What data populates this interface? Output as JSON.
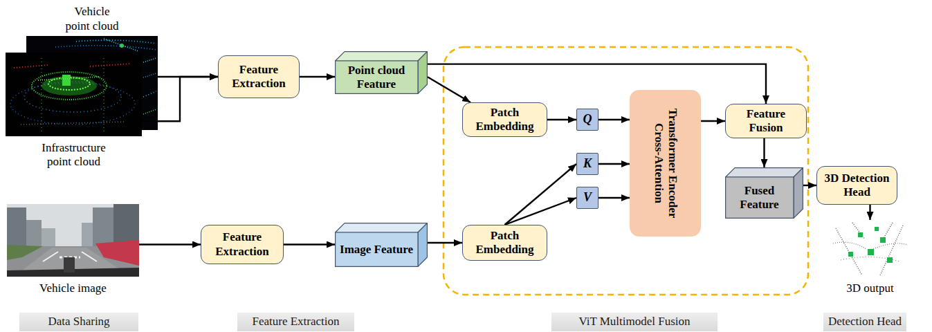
{
  "diagram": {
    "nodes": [
      {
        "text": [
          "Vehicle point cloud"
        ]
      },
      {
        "text": [
          "Infrastructure point cloud"
        ]
      },
      {
        "text": [
          "Feature Extraction"
        ]
      },
      {
        "text": [
          "Point cloud Feature"
        ]
      },
      {
        "text": [
          "Vehicle image"
        ]
      },
      {
        "text": [
          "Feature Extraction"
        ]
      },
      {
        "text": [
          "Image Feature"
        ]
      },
      {
        "text": [
          "Patch Embedding"
        ]
      },
      {
        "text": [
          "Q"
        ]
      },
      {
        "text": [
          "K"
        ]
      },
      {
        "text": [
          "V"
        ]
      },
      {
        "text": [
          "Patch Embedding"
        ]
      },
      {
        "text": [
          "Transformer Encoder Cross-Attention"
        ]
      },
      {
        "text": [
          "Feature Fusion"
        ]
      },
      {
        "text": [
          "Fused Feature"
        ]
      },
      {
        "text": [
          "3D Detection Head"
        ]
      },
      {
        "text": [
          "3D output"
        ]
      },
      {
        "text": [
          "Data Sharing"
        ]
      },
      {
        "text": [
          "Feature Extraction"
        ]
      },
      {
        "text": [
          "ViT Multimodel Fusion"
        ]
      },
      {
        "text": [
          "Detection Head"
        ]
      }
    ],
    "edges": [
      {
        "from": 0,
        "to": 2,
        "arrow": "to"
      },
      {
        "from": 1,
        "to": 2,
        "arrow": "to"
      },
      {
        "from": 2,
        "to": 3,
        "arrow": "to"
      },
      {
        "from": 3,
        "to": 7,
        "arrow": "to"
      },
      {
        "from": 3,
        "to": 13,
        "arrow": "to"
      },
      {
        "from": 4,
        "to": 5,
        "arrow": "to"
      },
      {
        "from": 5,
        "to": 6,
        "arrow": "to"
      },
      {
        "from": 6,
        "to": 11,
        "arrow": "to"
      },
      {
        "from": 7,
        "to": 8,
        "arrow": "to"
      },
      {
        "from": 11,
        "to": 9,
        "arrow": "to"
      },
      {
        "from": 11,
        "to": 10,
        "arrow": "to"
      },
      {
        "from": 8,
        "to": 12,
        "arrow": "to"
      },
      {
        "from": 9,
        "to": 12,
        "arrow": "to"
      },
      {
        "from": 10,
        "to": 12,
        "arrow": "to"
      },
      {
        "from": 12,
        "to": 13,
        "arrow": "to"
      },
      {
        "from": 13,
        "to": 14,
        "arrow": "to"
      },
      {
        "from": 14,
        "to": 15,
        "arrow": "to"
      },
      {
        "from": 15,
        "to": 16,
        "arrow": "to"
      }
    ]
  }
}
